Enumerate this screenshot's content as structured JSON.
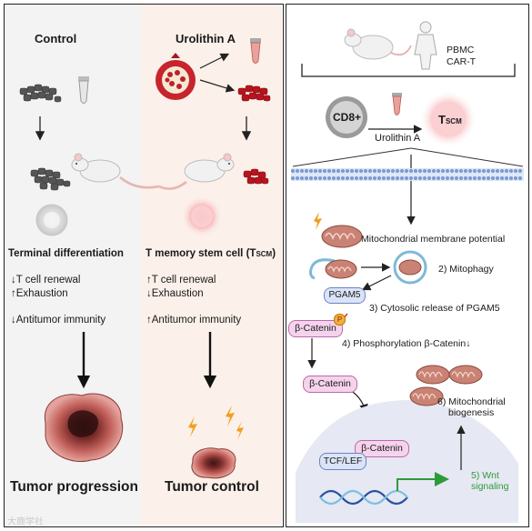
{
  "left": {
    "control": {
      "heading": "Control",
      "outcome": "Terminal differentiation",
      "effects": [
        "T cell renewal",
        "Exhaustion"
      ],
      "immunity": "Antitumor immunity",
      "result": "Tumor progression"
    },
    "treated": {
      "heading": "Urolithin A",
      "outcome_prefix": "T memory stem cell (T",
      "outcome_sub": "SCM",
      "outcome_suffix": ")",
      "effects": [
        "T cell renewal",
        "Exhaustion"
      ],
      "immunity": "Antitumor immunity",
      "result": "Tumor control"
    }
  },
  "right": {
    "sources": [
      "PBMC",
      "CAR-T"
    ],
    "cd8_label": "CD8+",
    "tscm_main": "T",
    "tscm_sub": "SCM",
    "treatment": "Urolithin A",
    "steps": {
      "membrane_potential": "Mitochondrial membrane potential",
      "mitophagy": "2) Mitophagy",
      "pgam5_label": "PGAM5",
      "pgam5_release": "3) Cytosolic release of PGAM5",
      "beta_catenin": "β-Catenin",
      "phospho_badge": "P",
      "phosphorylation": "4) Phosphorylation β-Catenin↓",
      "beta_catenin_2": "β-Catenin",
      "biogenesis": [
        "6) Mitochondrial",
        "biogenesis"
      ],
      "beta_catenin_nuc": "β-Catenin",
      "tcf_lef": "TCF/LEF",
      "wnt": [
        "5) Wnt",
        "signaling"
      ]
    }
  },
  "watermark": "大鹿学社",
  "colors": {
    "left_panel_bg": "#f3f3f3",
    "treated_panel_bg": "#fbf0ea",
    "cell_red": "#c8202a",
    "pink_glow": "#f59aa0",
    "tumor": "#b04a46",
    "green_arrow": "#2e9a3a",
    "beta_catenin_fill": "#f6d3ec",
    "pgam5_fill": "#dbe4f7"
  }
}
